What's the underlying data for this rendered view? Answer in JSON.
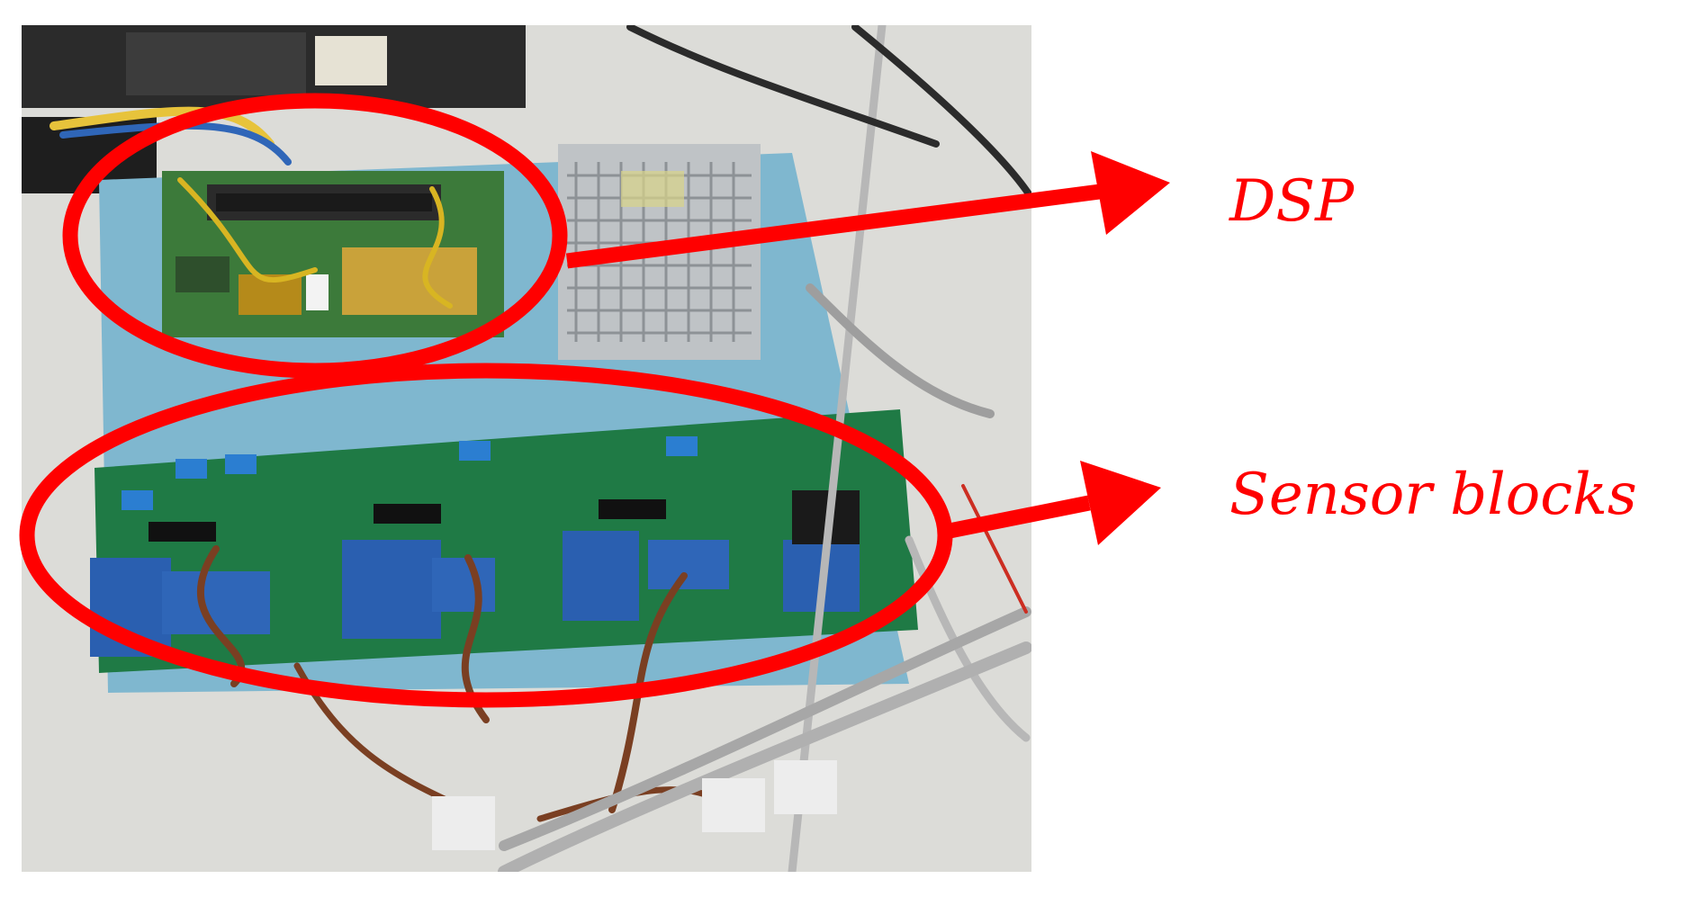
{
  "annotations": {
    "dsp": {
      "label": "DSP"
    },
    "sensor_blocks": {
      "label": "Sensor blocks"
    }
  },
  "colors": {
    "annotation_red": "#ff0000",
    "background": "#ffffff",
    "desk": "#dcdcd8",
    "base_plate": "#7fb7cf",
    "pcb_green": "#1f7a45",
    "transducer_blue": "#2a5fb0",
    "power_supply_grey": "#bfc3c6",
    "wire_brown": "#7a3f22"
  },
  "icons": {
    "photo": "bench-photo-dsp-and-sensor-boards",
    "arrows": "arrow-right-icon"
  }
}
